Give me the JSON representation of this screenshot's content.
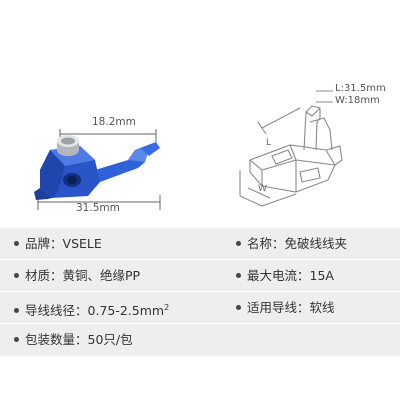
{
  "figure": {
    "left_dims": {
      "top": "18.2mm",
      "bottom": "31.5mm"
    },
    "legend": {
      "length": "L:31.5mm",
      "width": "W:18mm"
    },
    "diagram_letters": {
      "length": "L",
      "width": "W"
    }
  },
  "specs": [
    [
      {
        "key": "品牌：",
        "value": "VSELE"
      },
      {
        "key": "名称：",
        "value": "免破线线夹"
      }
    ],
    [
      {
        "key": "材质：",
        "value": "黄铜、绝缘PP"
      },
      {
        "key": "最大电流：",
        "value": "15A"
      }
    ],
    [
      {
        "key": "导线线径：",
        "value": "0.75-2.5mm",
        "sup": "2"
      },
      {
        "key": "适用导线：",
        "value": "软线"
      }
    ],
    [
      {
        "key": "包装数量：",
        "value": "50只/包"
      }
    ]
  ],
  "colors": {
    "connector_blue": "#2c5fd6",
    "spec_bg": "#eeeeee"
  }
}
